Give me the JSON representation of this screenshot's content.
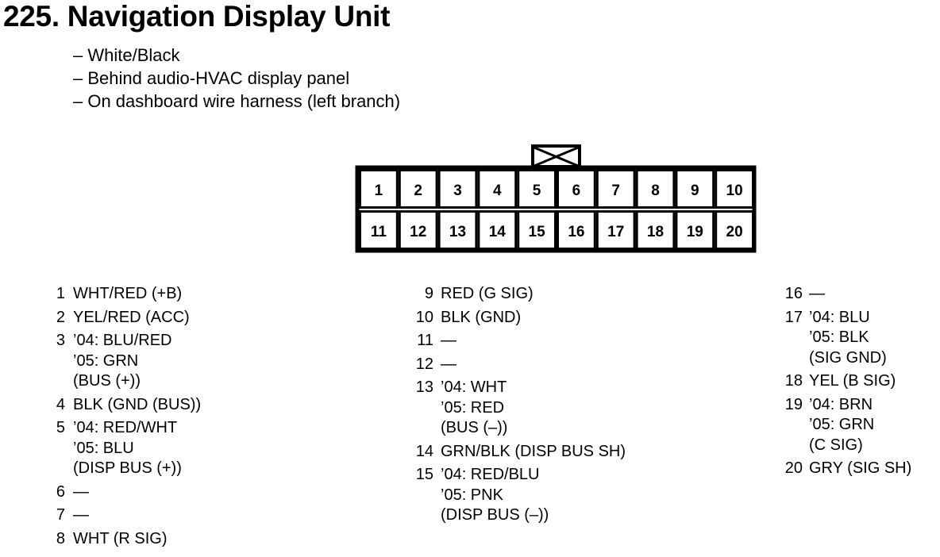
{
  "title": "225. Navigation Display Unit",
  "notes": [
    "– White/Black",
    "– Behind audio-HVAC display panel",
    "– On dashboard wire harness (left branch)"
  ],
  "connector": {
    "pins_row1": [
      "1",
      "2",
      "3",
      "4",
      "5",
      "6",
      "7",
      "8",
      "9",
      "10"
    ],
    "pins_row2": [
      "11",
      "12",
      "13",
      "14",
      "15",
      "16",
      "17",
      "18",
      "19",
      "20"
    ]
  },
  "pin_columns": [
    [
      {
        "num": "1",
        "lines": [
          "WHT/RED (+B)"
        ]
      },
      {
        "num": "2",
        "lines": [
          "YEL/RED (ACC)"
        ]
      },
      {
        "num": "3",
        "lines": [
          "’04: BLU/RED",
          "’05: GRN",
          "(BUS (+))"
        ]
      },
      {
        "num": "4",
        "lines": [
          "BLK (GND (BUS))"
        ]
      },
      {
        "num": "5",
        "lines": [
          "’04: RED/WHT",
          "’05: BLU",
          "(DISP BUS (+))"
        ]
      },
      {
        "num": "6",
        "lines": [
          "—"
        ]
      },
      {
        "num": "7",
        "lines": [
          "—"
        ]
      },
      {
        "num": "8",
        "lines": [
          "WHT (R SIG)"
        ]
      }
    ],
    [
      {
        "num": "9",
        "lines": [
          "RED (G SIG)"
        ]
      },
      {
        "num": "10",
        "lines": [
          "BLK (GND)"
        ]
      },
      {
        "num": "11",
        "lines": [
          "—"
        ]
      },
      {
        "num": "12",
        "lines": [
          "—"
        ]
      },
      {
        "num": "13",
        "lines": [
          "’04: WHT",
          "’05: RED",
          "(BUS (–))"
        ]
      },
      {
        "num": "14",
        "lines": [
          "GRN/BLK (DISP BUS SH)"
        ]
      },
      {
        "num": "15",
        "lines": [
          "’04: RED/BLU",
          "’05: PNK",
          "(DISP BUS (–))"
        ]
      }
    ],
    [
      {
        "num": "16",
        "lines": [
          "—"
        ]
      },
      {
        "num": "17",
        "lines": [
          "’04: BLU",
          "’05: BLK",
          "(SIG GND)"
        ]
      },
      {
        "num": "18",
        "lines": [
          "YEL (B SIG)"
        ]
      },
      {
        "num": "19",
        "lines": [
          "’04: BRN",
          "’05: GRN",
          "(C SIG)"
        ]
      },
      {
        "num": "20",
        "lines": [
          "GRY (SIG SH)"
        ]
      }
    ]
  ]
}
